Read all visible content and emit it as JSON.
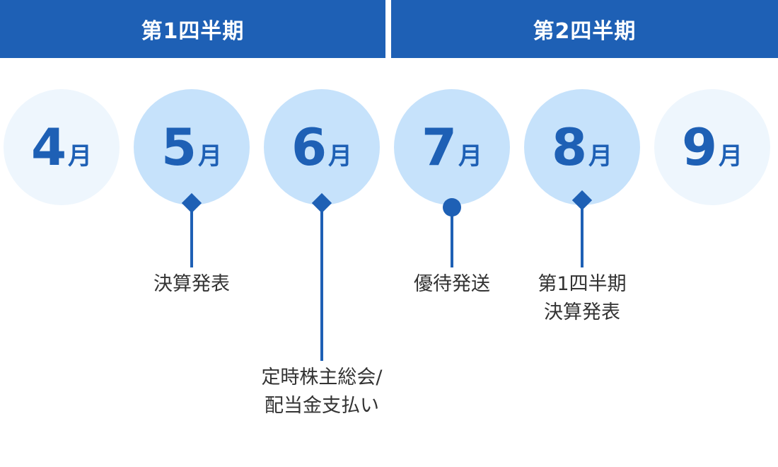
{
  "quarters": [
    {
      "label": "第1四半期"
    },
    {
      "label": "第2四半期"
    }
  ],
  "months": [
    {
      "num": "4",
      "unit": "月",
      "state": "pale"
    },
    {
      "num": "5",
      "unit": "月",
      "state": "active"
    },
    {
      "num": "6",
      "unit": "月",
      "state": "active"
    },
    {
      "num": "7",
      "unit": "月",
      "state": "active"
    },
    {
      "num": "8",
      "unit": "月",
      "state": "active"
    },
    {
      "num": "9",
      "unit": "月",
      "state": "pale"
    }
  ],
  "events": [
    {
      "month": "5",
      "marker": "diamond",
      "label": "決算発表"
    },
    {
      "month": "6",
      "marker": "diamond",
      "label": "定時株主総会/\n配当金支払い"
    },
    {
      "month": "7",
      "marker": "dot",
      "label": "優待発送"
    },
    {
      "month": "8",
      "marker": "diamond",
      "label": "第1四半期\n決算発表"
    }
  ],
  "colors": {
    "primary": "#1e60b5",
    "circle_active": "#c6e2fb",
    "circle_pale": "#eef6fd",
    "text": "#333333"
  }
}
